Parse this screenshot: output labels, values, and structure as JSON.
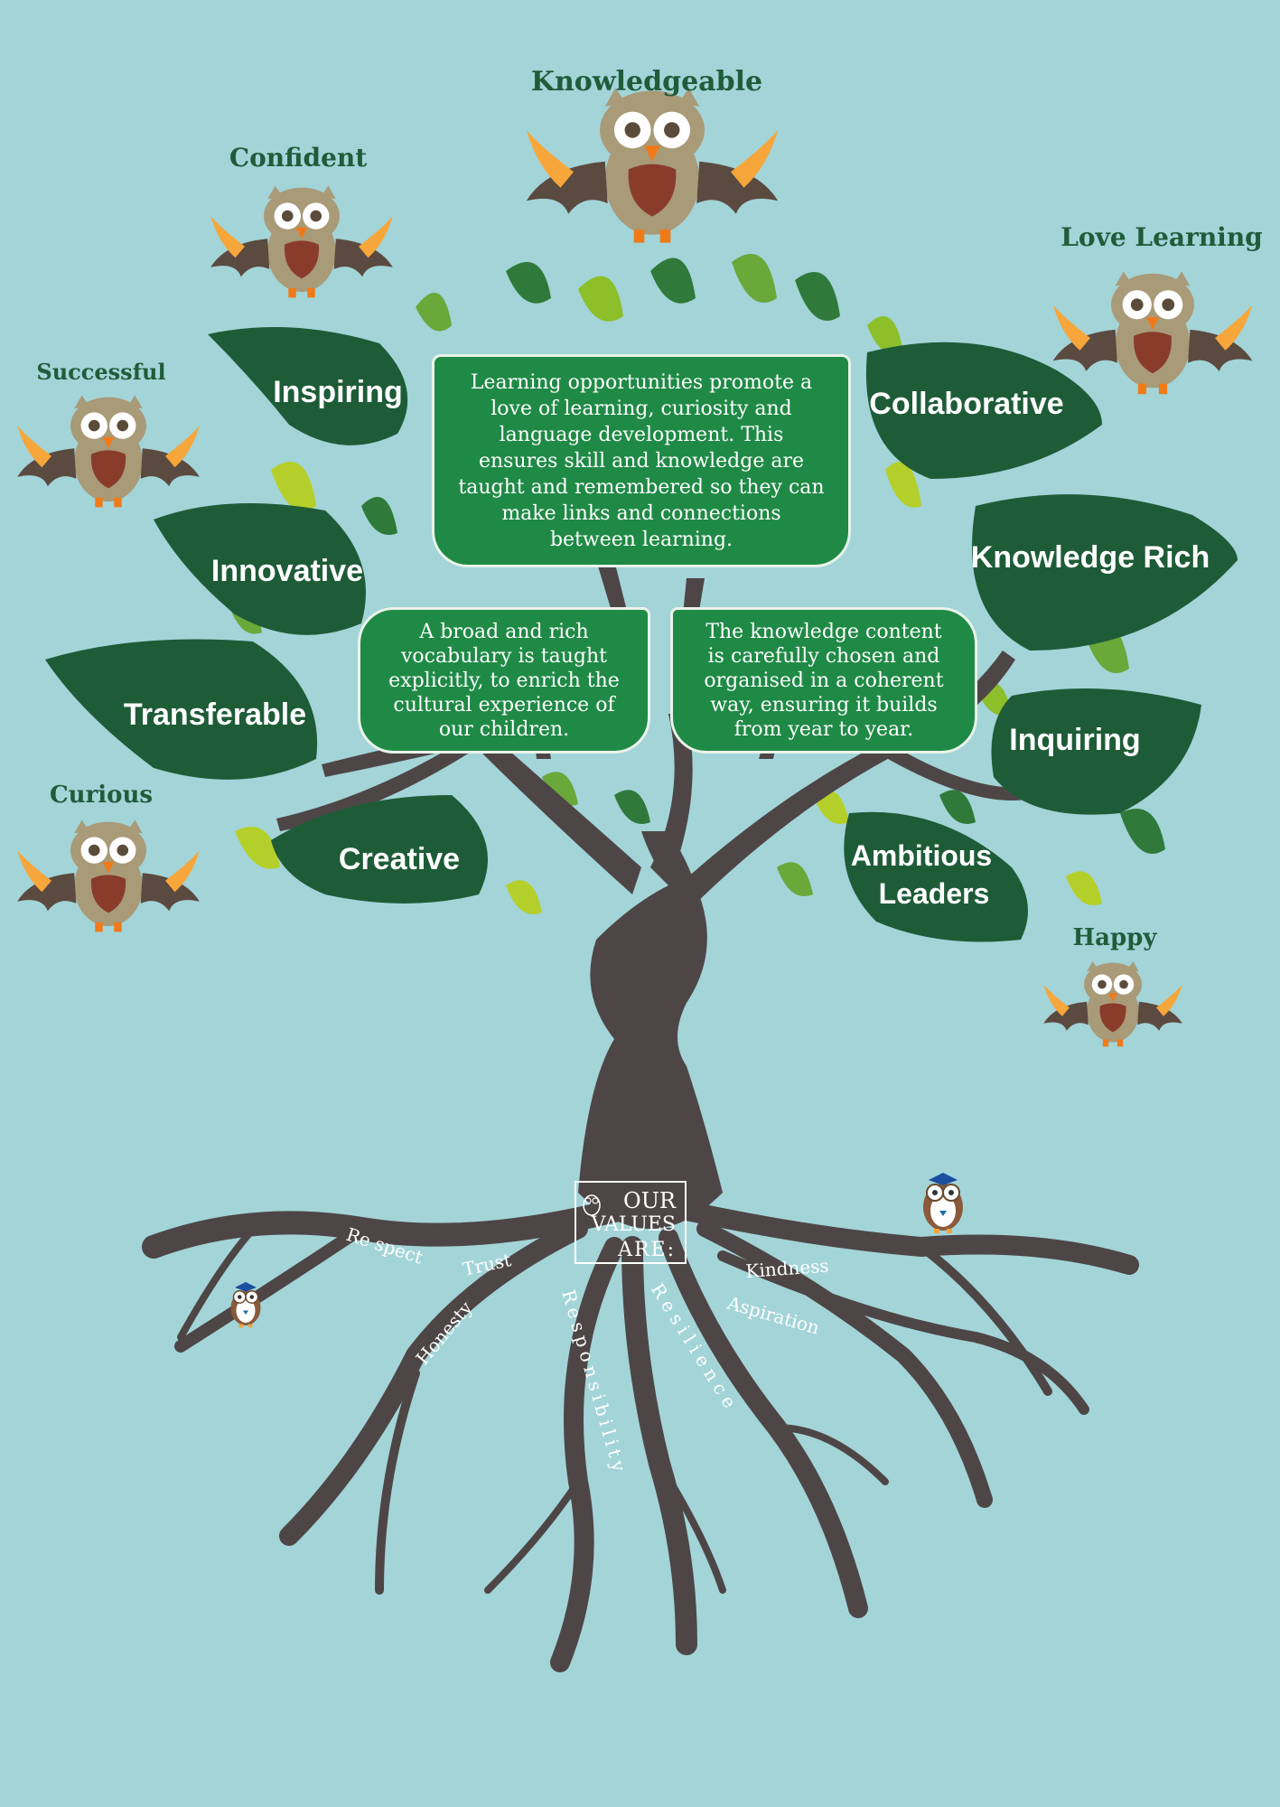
{
  "owl_traits": {
    "knowledgeable": "Knowledgeable",
    "confident": "Confident",
    "love_learning": "Love Learning",
    "successful": "Successful",
    "curious": "Curious",
    "happy": "Happy"
  },
  "leaf_words": {
    "inspiring": "Inspiring",
    "collaborative": "Collaborative",
    "innovative": "Innovative",
    "knowledge_rich": "Knowledge Rich",
    "transferable": "Transferable",
    "inquiring": "Inquiring",
    "creative": "Creative",
    "ambitious_1": "Ambitious",
    "ambitious_2": "Leaders"
  },
  "boxes": {
    "main": [
      "Learning opportunities promote a",
      "love of learning, curiosity and",
      "language development.  This",
      "ensures skill and knowledge are",
      "taught and remembered so they can",
      "make links and connections",
      "between learning."
    ],
    "left": [
      "A broad and rich",
      "vocabulary is taught",
      "explicitly, to enrich the",
      "cultural experience of",
      "our children."
    ],
    "right": [
      "The knowledge content",
      "is carefully chosen and",
      "organised in a coherent",
      "way, ensuring it builds",
      "from year to year."
    ]
  },
  "values_title": {
    "line1": "OUR",
    "line2": "VALUES",
    "line3": "ARE:"
  },
  "values": {
    "respect": "Re spect",
    "trust": "Trust",
    "honesty": "Honesty",
    "responsibility": "Responsibility",
    "resilience": "Resilience",
    "kindness": "Kindness",
    "aspiration": "Aspiration"
  },
  "colors": {
    "background": "#a3d4d8",
    "leaf_dark": "#1e5c38",
    "box_green": "#1f8a45",
    "trunk": "#4e4646",
    "label_green": "#1f5c3a"
  }
}
